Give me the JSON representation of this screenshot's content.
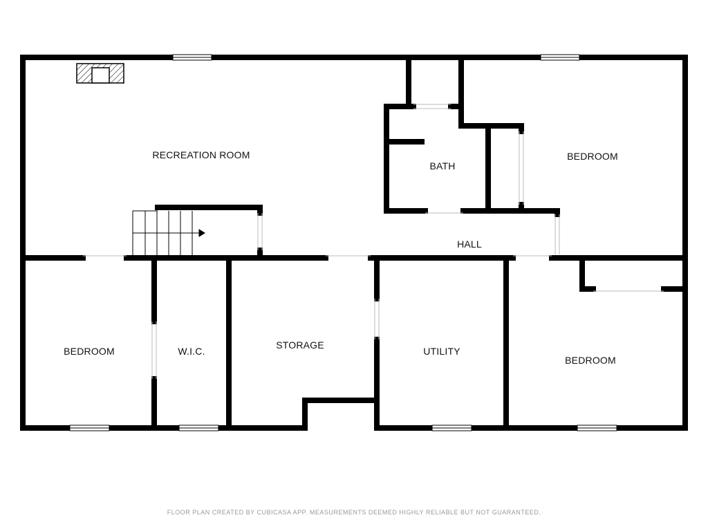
{
  "rooms": {
    "recreation_room": "RECREATION ROOM",
    "bath": "BATH",
    "bedroom_upper_right": "BEDROOM",
    "hall": "HALL",
    "bedroom_left": "BEDROOM",
    "wic": "W.I.C.",
    "storage": "STORAGE",
    "utility": "UTILITY",
    "bedroom_lower_right": "BEDROOM"
  },
  "footer": "FLOOR PLAN CREATED BY CUBICASA APP. MEASUREMENTS DEEMED HIGHLY RELIABLE BUT NOT GUARANTEED.",
  "colors": {
    "wall": "#000000",
    "background": "#ffffff",
    "footer_text": "#999999"
  }
}
